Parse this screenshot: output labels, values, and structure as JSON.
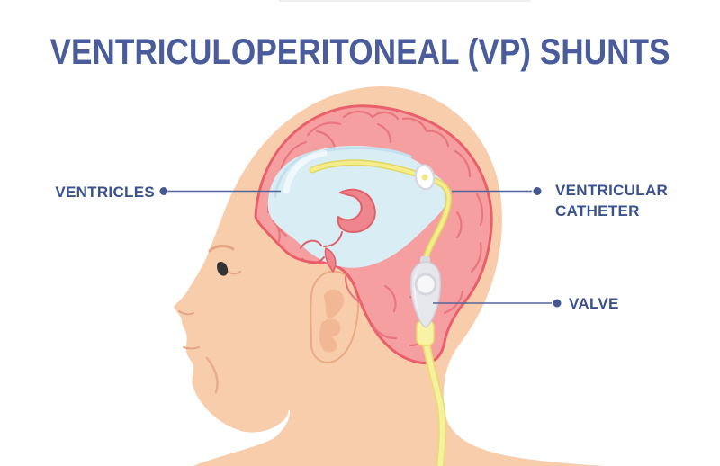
{
  "title": "VENTRICULOPERITONEAL (VP) SHUNTS",
  "annotations": {
    "ventricles": {
      "label": "VENTRICLES"
    },
    "ventricular_catheter": {
      "label": "VENTRICULAR CATHETER"
    },
    "valve": {
      "label": "VALVE"
    }
  },
  "illustration_parts": [
    "infant-head-profile",
    "brain",
    "ventricles",
    "ventricular-catheter",
    "burr-hole-reservoir",
    "shunt-valve",
    "distal-catheter"
  ],
  "colors": {
    "background": "#FFFFFF",
    "title_text": "#4A5C9C",
    "label_text": "#39518F",
    "leader_line": "#55659A",
    "skin": "#F8CDAC",
    "skin_crease": "#E5A585",
    "ear_inner": "#F2B794",
    "brain_fill": "#F69FA1",
    "brain_outline": "#E9606A",
    "gyri_line": "#E9737C",
    "ventricle_fill": "#D9EDF5",
    "ventricle_edge": "#C2E0ED",
    "catheter_yellow": "#F3ED8E",
    "catheter_edge": "#E2D75F",
    "valve_body": "#E6E6ED",
    "valve_ring": "#D8D8E2",
    "eye": "#333333"
  }
}
